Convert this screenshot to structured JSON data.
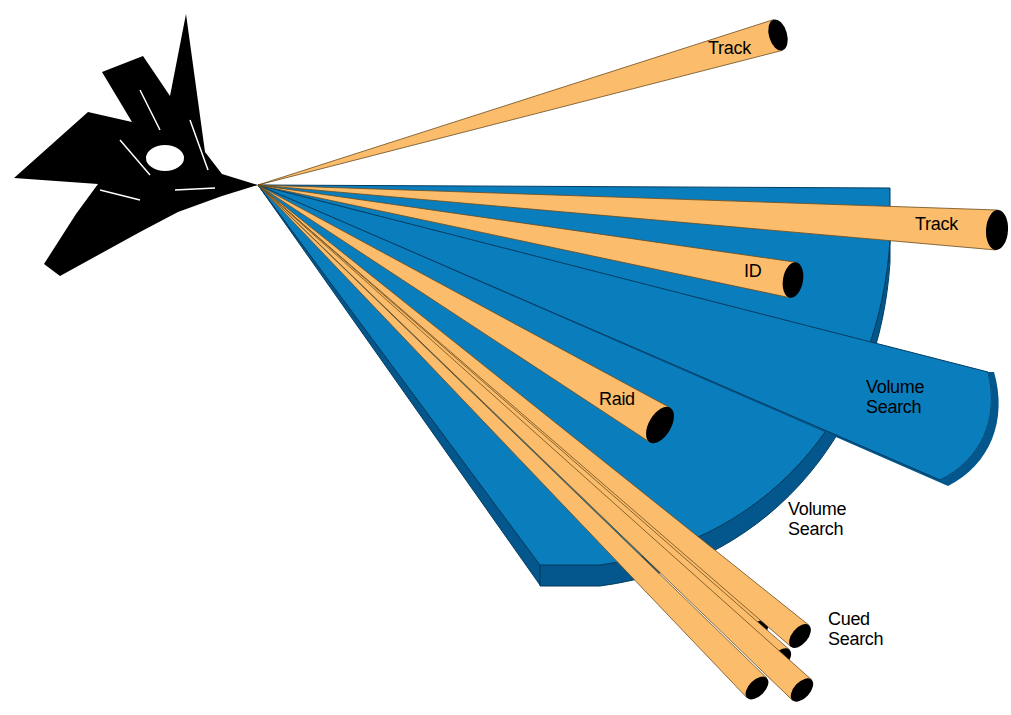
{
  "diagram": {
    "labels": [
      "Track",
      "Track",
      "ID",
      "Raid",
      "Volume Search",
      "Volume Search",
      "Cued Search"
    ]
  }
}
